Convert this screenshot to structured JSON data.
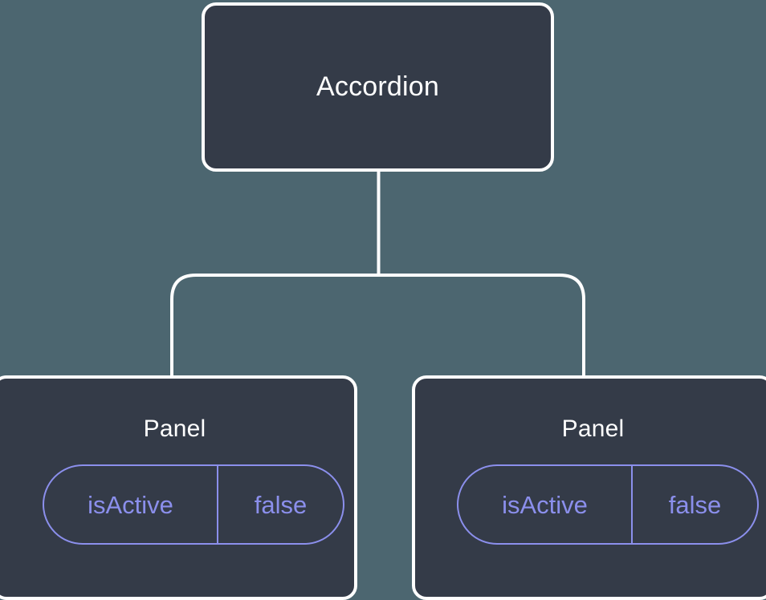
{
  "diagram": {
    "type": "component-tree",
    "background_color": "#4c6670",
    "node_fill_color": "#343b48",
    "node_border_color": "#ffffff",
    "edge_color": "#ffffff",
    "accent_color": "#8b8fec",
    "root": {
      "label": "Accordion"
    },
    "children": [
      {
        "label": "Panel",
        "state": {
          "key": "isActive",
          "value": "false"
        }
      },
      {
        "label": "Panel",
        "state": {
          "key": "isActive",
          "value": "false"
        }
      }
    ]
  }
}
